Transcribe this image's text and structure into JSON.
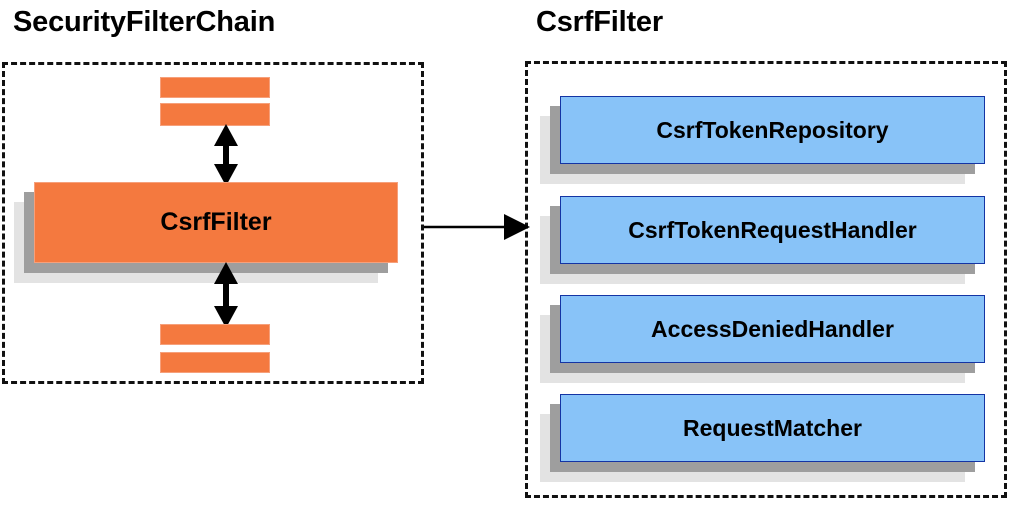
{
  "diagram": {
    "title_left": "SecurityFilterChain",
    "title_right": "CsrfFilter",
    "colors": {
      "filter_orange": "#F4793F",
      "filter_orange_border": "#F6A07B",
      "collaborator_blue": "#88C3F8",
      "collaborator_blue_border": "#1434A4",
      "shadow_mid": "#9E9E9E",
      "shadow_back": "#E3E3E3",
      "group_border": "#111111",
      "arrow": "#000000",
      "text": "#000000"
    },
    "left_panel": {
      "name": "SecurityFilterChain",
      "highlighted_filter": "CsrfFilter",
      "filters_above_count": 2,
      "filters_below_count": 2,
      "arrows": [
        {
          "name": "chain-arrow-top",
          "direction": "bidirectional",
          "orientation": "vertical"
        },
        {
          "name": "chain-arrow-bottom",
          "direction": "bidirectional",
          "orientation": "vertical"
        }
      ]
    },
    "link_arrow": {
      "name": "csrffilter-detail-arrow",
      "direction": "unidirectional",
      "orientation": "horizontal",
      "from": "CsrfFilter",
      "to": "CsrfFilter"
    },
    "right_panel": {
      "name": "CsrfFilter",
      "collaborators": [
        {
          "label": "CsrfTokenRepository"
        },
        {
          "label": "CsrfTokenRequestHandler"
        },
        {
          "label": "AccessDeniedHandler"
        },
        {
          "label": "RequestMatcher"
        }
      ]
    }
  }
}
